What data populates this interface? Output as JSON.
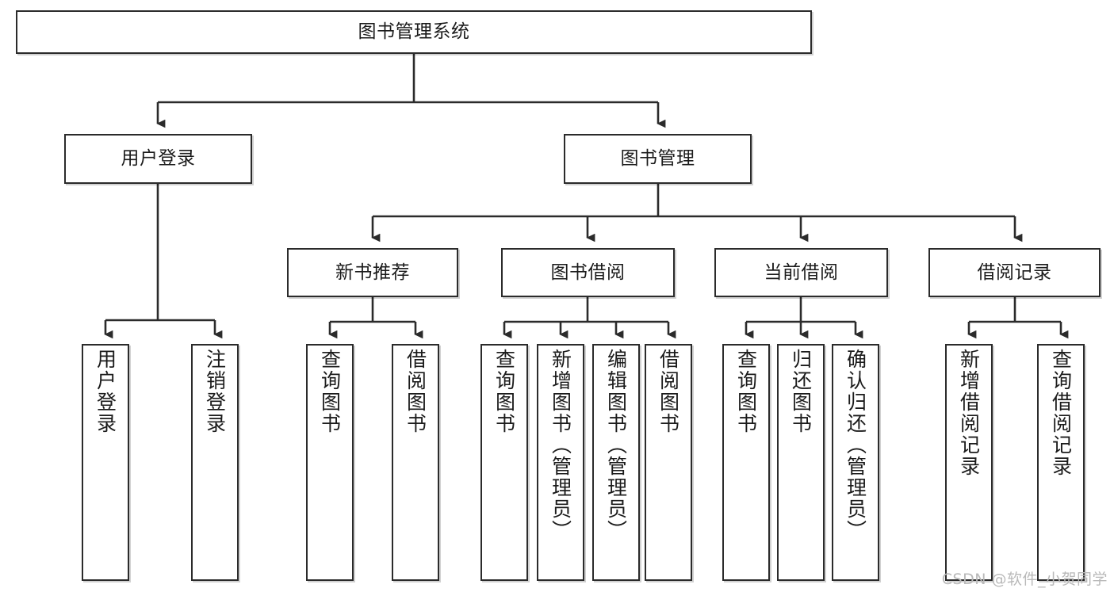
{
  "diagram": {
    "type": "tree",
    "title": "图书管理系统",
    "orientation": "top-down",
    "colors": {
      "box_border": "#2b2b2b",
      "box_fill": "#ffffff",
      "edge": "#2b2b2b",
      "text": "#1b1b1b",
      "watermark": "#b9b9b9",
      "background": "#ffffff"
    }
  },
  "watermark": {
    "text": "CSDN @软件_小贺同学"
  },
  "nodes": {
    "root": {
      "label": "图书管理系统"
    },
    "level2": [
      {
        "id": "user-login",
        "label": "用户登录"
      },
      {
        "id": "book-manage",
        "label": "图书管理"
      }
    ],
    "level3": [
      {
        "id": "new-book-recommend",
        "label": "新书推荐"
      },
      {
        "id": "book-borrow",
        "label": "图书借阅"
      },
      {
        "id": "current-borrow",
        "label": "当前借阅"
      },
      {
        "id": "borrow-record",
        "label": "借阅记录"
      }
    ],
    "leaves": {
      "user_login": [
        {
          "id": "leaf-user-login",
          "label": "用户登录"
        },
        {
          "id": "leaf-logout-login",
          "label": "注销登录"
        }
      ],
      "new_book_recommend": [
        {
          "id": "leaf-query-book-1",
          "label": "查询图书"
        },
        {
          "id": "leaf-borrow-book-1",
          "label": "借阅图书"
        }
      ],
      "book_borrow": [
        {
          "id": "leaf-query-book-2",
          "label": "查询图书"
        },
        {
          "id": "leaf-add-book",
          "label": "新增图书（管理员）"
        },
        {
          "id": "leaf-edit-book",
          "label": "编辑图书（管理员）"
        },
        {
          "id": "leaf-borrow-book-2",
          "label": "借阅图书"
        }
      ],
      "current_borrow": [
        {
          "id": "leaf-query-book-3",
          "label": "查询图书"
        },
        {
          "id": "leaf-return-book",
          "label": "归还图书"
        },
        {
          "id": "leaf-confirm-return",
          "label": "确认归还（管理员）"
        }
      ],
      "borrow_record": [
        {
          "id": "leaf-add-record",
          "label": "新增借阅记录"
        },
        {
          "id": "leaf-query-record",
          "label": "查询借阅记录"
        }
      ]
    }
  },
  "edges": [
    {
      "from": "图书管理系统",
      "to": "用户登录"
    },
    {
      "from": "图书管理系统",
      "to": "图书管理"
    },
    {
      "from": "用户登录",
      "to": "用户登录"
    },
    {
      "from": "用户登录",
      "to": "注销登录"
    },
    {
      "from": "图书管理",
      "to": "新书推荐"
    },
    {
      "from": "图书管理",
      "to": "图书借阅"
    },
    {
      "from": "图书管理",
      "to": "当前借阅"
    },
    {
      "from": "图书管理",
      "to": "借阅记录"
    },
    {
      "from": "新书推荐",
      "to": "查询图书"
    },
    {
      "from": "新书推荐",
      "to": "借阅图书"
    },
    {
      "from": "图书借阅",
      "to": "查询图书"
    },
    {
      "from": "图书借阅",
      "to": "新增图书（管理员）"
    },
    {
      "from": "图书借阅",
      "to": "编辑图书（管理员）"
    },
    {
      "from": "图书借阅",
      "to": "借阅图书"
    },
    {
      "from": "当前借阅",
      "to": "查询图书"
    },
    {
      "from": "当前借阅",
      "to": "归还图书"
    },
    {
      "from": "当前借阅",
      "to": "确认归还（管理员）"
    },
    {
      "from": "借阅记录",
      "to": "新增借阅记录"
    },
    {
      "from": "借阅记录",
      "to": "查询借阅记录"
    }
  ]
}
